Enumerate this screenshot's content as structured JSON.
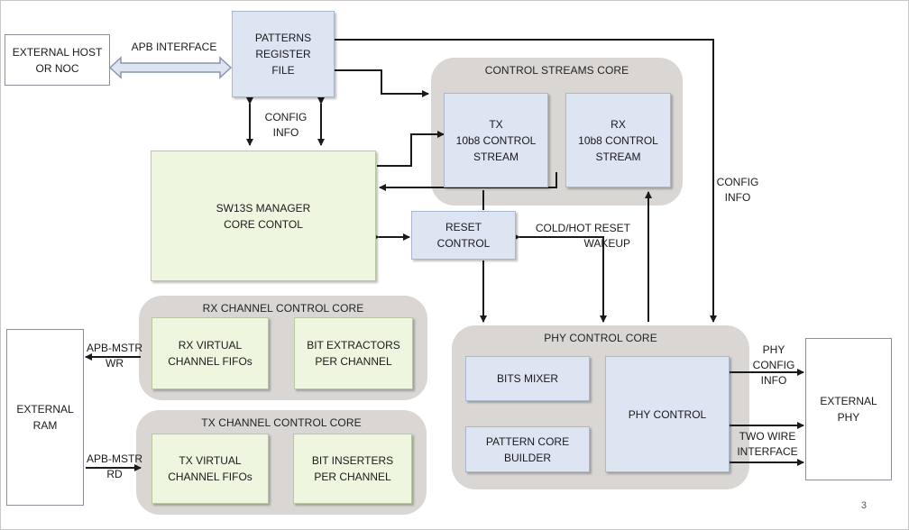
{
  "blocks": {
    "external_host": "EXTERNAL HOST\nOR NOC",
    "patterns_register_file": "PATTERNS\nREGISTER\nFILE",
    "sw13s_manager": "SW13S MANAGER\nCORE CONTOL",
    "tx_control_stream": "TX\n10b8 CONTROL\nSTREAM",
    "rx_control_stream": "RX\n10b8 CONTROL\nSTREAM",
    "reset_control": "RESET\nCONTROL",
    "rx_virtual_fifos": "RX VIRTUAL\nCHANNEL FIFOs",
    "bit_extractors": "BIT EXTRACTORS\nPER CHANNEL",
    "tx_virtual_fifos": "TX VIRTUAL\nCHANNEL FIFOs",
    "bit_inserters": "BIT INSERTERS\nPER CHANNEL",
    "bits_mixer": "BITS MIXER",
    "pattern_core_builder": "PATTERN CORE\nBUILDER",
    "phy_control": "PHY CONTROL",
    "external_ram": "EXTERNAL\nRAM",
    "external_phy": "EXTERNAL\nPHY"
  },
  "regions": {
    "control_streams_core": "CONTROL STREAMS CORE",
    "rx_channel_control_core": "RX CHANNEL  CONTROL CORE",
    "tx_channel_control_core": "TX CHANNEL  CONTROL CORE",
    "phy_control_core": "PHY CONTROL CORE"
  },
  "labels": {
    "apb_interface": "APB INTERFACE",
    "config_info_left": "CONFIG\nINFO",
    "config_info_right": "CONFIG\nINFO",
    "cold_hot_reset": "COLD/HOT RESET\nWAKEUP",
    "apb_mstr_wr": "APB-MSTR\nWR",
    "apb_mstr_rd": "APB-MSTR\nRD",
    "phy_config_info": "PHY\nCONFIG\nINFO",
    "two_wire_interface": "TWO WIRE\nINTERFACE"
  },
  "page_number": "3",
  "colors": {
    "region_fill": "#d9d6d3",
    "blue_block": "#dde5f3",
    "green_block": "#eef6df",
    "wire": "#1a1a1a",
    "apb_arrow_fill": "#dde5f3"
  }
}
